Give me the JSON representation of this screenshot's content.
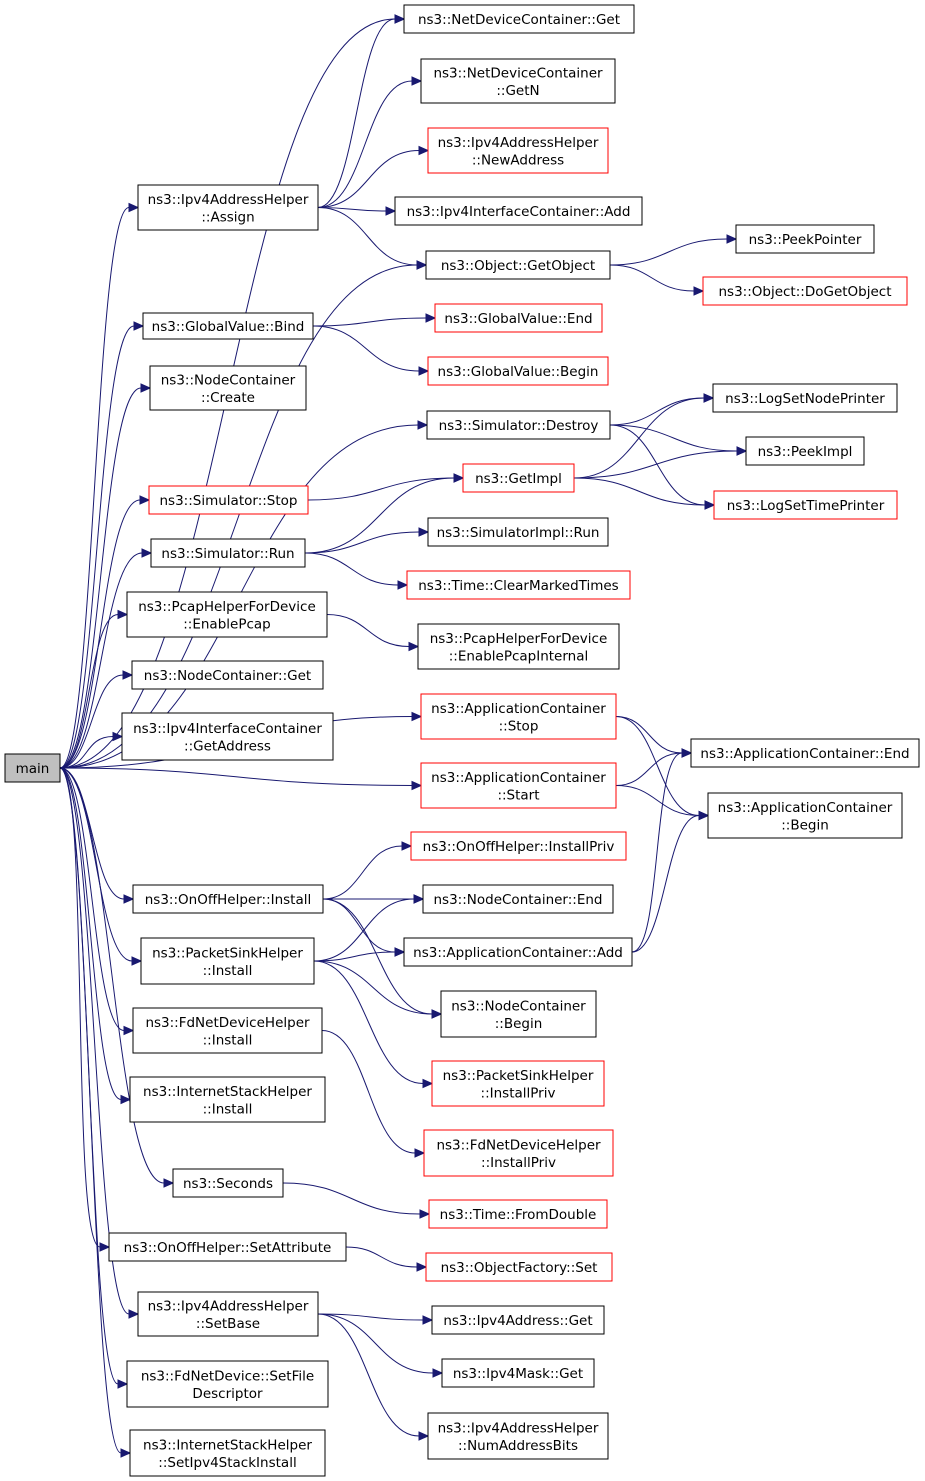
{
  "colors": {
    "edge": "#191970",
    "node_border": "#000000",
    "node_border_external": "#ff0000",
    "root_fill": "#bfbfbf",
    "node_fill": "#ffffff"
  },
  "nodes": {
    "main": {
      "lines": [
        "main"
      ],
      "style": "root"
    },
    "ndc_get": {
      "lines": [
        "ns3::NetDeviceContainer::Get"
      ],
      "style": "normal"
    },
    "ndc_getn": {
      "lines": [
        "ns3::NetDeviceContainer",
        "::GetN"
      ],
      "style": "normal"
    },
    "ipv4ah_newaddr": {
      "lines": [
        "ns3::Ipv4AddressHelper",
        "::NewAddress"
      ],
      "style": "external"
    },
    "ipv4ah_assign": {
      "lines": [
        "ns3::Ipv4AddressHelper",
        "::Assign"
      ],
      "style": "normal"
    },
    "ipv4ic_add": {
      "lines": [
        "ns3::Ipv4InterfaceContainer::Add"
      ],
      "style": "normal"
    },
    "peekpointer": {
      "lines": [
        "ns3::PeekPointer"
      ],
      "style": "normal"
    },
    "obj_getobject": {
      "lines": [
        "ns3::Object::GetObject"
      ],
      "style": "normal"
    },
    "obj_dogetobject": {
      "lines": [
        "ns3::Object::DoGetObject"
      ],
      "style": "external"
    },
    "gv_bind": {
      "lines": [
        "ns3::GlobalValue::Bind"
      ],
      "style": "normal"
    },
    "gv_end": {
      "lines": [
        "ns3::GlobalValue::End"
      ],
      "style": "external"
    },
    "gv_begin": {
      "lines": [
        "ns3::GlobalValue::Begin"
      ],
      "style": "external"
    },
    "nc_create": {
      "lines": [
        "ns3::NodeContainer",
        "::Create"
      ],
      "style": "normal"
    },
    "logsetnodeprinter": {
      "lines": [
        "ns3::LogSetNodePrinter"
      ],
      "style": "normal"
    },
    "sim_destroy": {
      "lines": [
        "ns3::Simulator::Destroy"
      ],
      "style": "normal"
    },
    "peekimpl": {
      "lines": [
        "ns3::PeekImpl"
      ],
      "style": "normal"
    },
    "sim_stop": {
      "lines": [
        "ns3::Simulator::Stop"
      ],
      "style": "external"
    },
    "getimpl": {
      "lines": [
        "ns3::GetImpl"
      ],
      "style": "external"
    },
    "logsettimeprinter": {
      "lines": [
        "ns3::LogSetTimePrinter"
      ],
      "style": "external"
    },
    "sim_run": {
      "lines": [
        "ns3::Simulator::Run"
      ],
      "style": "normal"
    },
    "simimpl_run": {
      "lines": [
        "ns3::SimulatorImpl::Run"
      ],
      "style": "normal"
    },
    "time_clearmarked": {
      "lines": [
        "ns3::Time::ClearMarkedTimes"
      ],
      "style": "external"
    },
    "pcap_enable": {
      "lines": [
        "ns3::PcapHelperForDevice",
        "::EnablePcap"
      ],
      "style": "normal"
    },
    "pcap_enableinternal": {
      "lines": [
        "ns3::PcapHelperForDevice",
        "::EnablePcapInternal"
      ],
      "style": "normal"
    },
    "nc_get": {
      "lines": [
        "ns3::NodeContainer::Get"
      ],
      "style": "normal"
    },
    "ipv4ic_getaddress": {
      "lines": [
        "ns3::Ipv4InterfaceContainer",
        "::GetAddress"
      ],
      "style": "normal"
    },
    "ac_stop": {
      "lines": [
        "ns3::ApplicationContainer",
        "::Stop"
      ],
      "style": "external"
    },
    "ac_end": {
      "lines": [
        "ns3::ApplicationContainer::End"
      ],
      "style": "normal"
    },
    "ac_start": {
      "lines": [
        "ns3::ApplicationContainer",
        "::Start"
      ],
      "style": "external"
    },
    "ac_begin": {
      "lines": [
        "ns3::ApplicationContainer",
        "::Begin"
      ],
      "style": "normal"
    },
    "onoff_installpriv": {
      "lines": [
        "ns3::OnOffHelper::InstallPriv"
      ],
      "style": "external"
    },
    "onoff_install": {
      "lines": [
        "ns3::OnOffHelper::Install"
      ],
      "style": "normal"
    },
    "nc_end": {
      "lines": [
        "ns3::NodeContainer::End"
      ],
      "style": "normal"
    },
    "psh_install": {
      "lines": [
        "ns3::PacketSinkHelper",
        "::Install"
      ],
      "style": "normal"
    },
    "ac_add": {
      "lines": [
        "ns3::ApplicationContainer::Add"
      ],
      "style": "normal"
    },
    "nc_begin": {
      "lines": [
        "ns3::NodeContainer",
        "::Begin"
      ],
      "style": "normal"
    },
    "fdndh_install": {
      "lines": [
        "ns3::FdNetDeviceHelper",
        "::Install"
      ],
      "style": "normal"
    },
    "psh_installpriv": {
      "lines": [
        "ns3::PacketSinkHelper",
        "::InstallPriv"
      ],
      "style": "external"
    },
    "ish_install": {
      "lines": [
        "ns3::InternetStackHelper",
        "::Install"
      ],
      "style": "normal"
    },
    "fdndh_installpriv": {
      "lines": [
        "ns3::FdNetDeviceHelper",
        "::InstallPriv"
      ],
      "style": "external"
    },
    "seconds": {
      "lines": [
        "ns3::Seconds"
      ],
      "style": "normal"
    },
    "time_fromdouble": {
      "lines": [
        "ns3::Time::FromDouble"
      ],
      "style": "external"
    },
    "onoff_setattr": {
      "lines": [
        "ns3::OnOffHelper::SetAttribute"
      ],
      "style": "normal"
    },
    "of_set": {
      "lines": [
        "ns3::ObjectFactory::Set"
      ],
      "style": "external"
    },
    "ipv4ah_setbase": {
      "lines": [
        "ns3::Ipv4AddressHelper",
        "::SetBase"
      ],
      "style": "normal"
    },
    "ipv4addr_get": {
      "lines": [
        "ns3::Ipv4Address::Get"
      ],
      "style": "normal"
    },
    "ipv4mask_get": {
      "lines": [
        "ns3::Ipv4Mask::Get"
      ],
      "style": "normal"
    },
    "ipv4ah_numaddrbits": {
      "lines": [
        "ns3::Ipv4AddressHelper",
        "::NumAddressBits"
      ],
      "style": "normal"
    },
    "fdnd_setfd": {
      "lines": [
        "ns3::FdNetDevice::SetFile",
        "Descriptor"
      ],
      "style": "normal"
    },
    "ish_setipv4": {
      "lines": [
        "ns3::InternetStackHelper",
        "::SetIpv4StackInstall"
      ],
      "style": "normal"
    }
  },
  "edges": [
    [
      "main",
      "ndc_get"
    ],
    [
      "main",
      "ipv4ah_assign"
    ],
    [
      "main",
      "obj_getobject"
    ],
    [
      "main",
      "gv_bind"
    ],
    [
      "main",
      "nc_create"
    ],
    [
      "main",
      "sim_destroy"
    ],
    [
      "main",
      "sim_stop"
    ],
    [
      "main",
      "sim_run"
    ],
    [
      "main",
      "pcap_enable"
    ],
    [
      "main",
      "nc_get"
    ],
    [
      "main",
      "ipv4ic_getaddress"
    ],
    [
      "main",
      "ac_stop"
    ],
    [
      "main",
      "ac_start"
    ],
    [
      "main",
      "onoff_install"
    ],
    [
      "main",
      "psh_install"
    ],
    [
      "main",
      "fdndh_install"
    ],
    [
      "main",
      "ish_install"
    ],
    [
      "main",
      "seconds"
    ],
    [
      "main",
      "onoff_setattr"
    ],
    [
      "main",
      "ipv4ah_setbase"
    ],
    [
      "main",
      "fdnd_setfd"
    ],
    [
      "main",
      "ish_setipv4"
    ],
    [
      "ipv4ah_assign",
      "ndc_get"
    ],
    [
      "ipv4ah_assign",
      "ndc_getn"
    ],
    [
      "ipv4ah_assign",
      "ipv4ah_newaddr"
    ],
    [
      "ipv4ah_assign",
      "ipv4ic_add"
    ],
    [
      "ipv4ah_assign",
      "obj_getobject"
    ],
    [
      "obj_getobject",
      "peekpointer"
    ],
    [
      "obj_getobject",
      "obj_dogetobject"
    ],
    [
      "gv_bind",
      "gv_end"
    ],
    [
      "gv_bind",
      "gv_begin"
    ],
    [
      "sim_destroy",
      "logsetnodeprinter"
    ],
    [
      "sim_destroy",
      "peekimpl"
    ],
    [
      "sim_destroy",
      "logsettimeprinter"
    ],
    [
      "sim_stop",
      "getimpl"
    ],
    [
      "getimpl",
      "logsetnodeprinter"
    ],
    [
      "getimpl",
      "peekimpl"
    ],
    [
      "getimpl",
      "logsettimeprinter"
    ],
    [
      "sim_run",
      "getimpl"
    ],
    [
      "sim_run",
      "simimpl_run"
    ],
    [
      "sim_run",
      "time_clearmarked"
    ],
    [
      "pcap_enable",
      "pcap_enableinternal"
    ],
    [
      "ac_stop",
      "ac_end"
    ],
    [
      "ac_stop",
      "ac_begin"
    ],
    [
      "ac_start",
      "ac_end"
    ],
    [
      "ac_start",
      "ac_begin"
    ],
    [
      "onoff_install",
      "onoff_installpriv"
    ],
    [
      "onoff_install",
      "nc_end"
    ],
    [
      "onoff_install",
      "ac_add"
    ],
    [
      "onoff_install",
      "nc_begin"
    ],
    [
      "psh_install",
      "nc_end"
    ],
    [
      "psh_install",
      "ac_add"
    ],
    [
      "psh_install",
      "nc_begin"
    ],
    [
      "psh_install",
      "psh_installpriv"
    ],
    [
      "ac_add",
      "ac_end"
    ],
    [
      "ac_add",
      "ac_begin"
    ],
    [
      "fdndh_install",
      "fdndh_installpriv"
    ],
    [
      "seconds",
      "time_fromdouble"
    ],
    [
      "onoff_setattr",
      "of_set"
    ],
    [
      "ipv4ah_setbase",
      "ipv4addr_get"
    ],
    [
      "ipv4ah_setbase",
      "ipv4mask_get"
    ],
    [
      "ipv4ah_setbase",
      "ipv4ah_numaddrbits"
    ]
  ]
}
